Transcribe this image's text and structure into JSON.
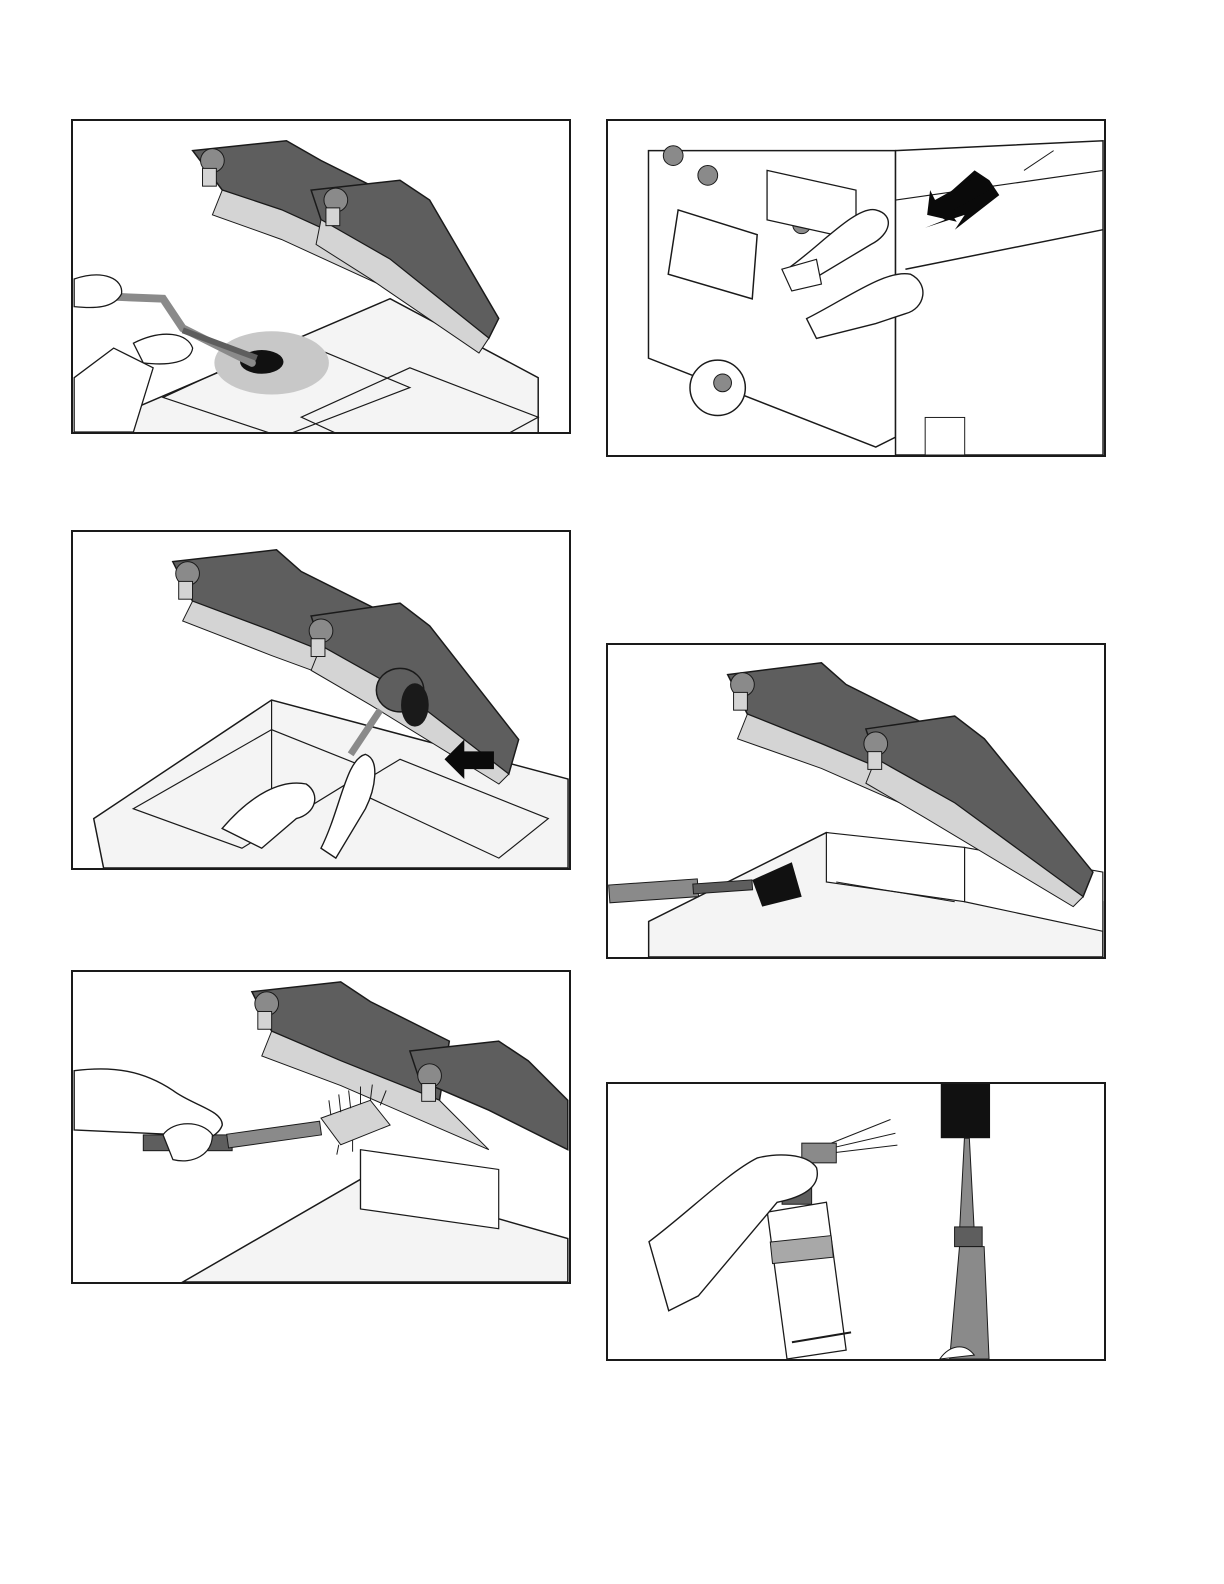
{
  "page": {
    "background": "#ffffff",
    "border_color": "#1a1a1a"
  },
  "figures": [
    {
      "id": "fig-1",
      "depicts": "hand-using-squeegee-on-vat-floor"
    },
    {
      "id": "fig-2",
      "depicts": "hands-removing-back-panel"
    },
    {
      "id": "fig-3",
      "depicts": "hand-using-roller-on-vat"
    },
    {
      "id": "fig-4",
      "depicts": "scraper-on-vat-floor"
    },
    {
      "id": "fig-5",
      "depicts": "hand-brushing-with-grill-brush"
    },
    {
      "id": "fig-6",
      "depicts": "spray-bottle-and-scraper"
    }
  ],
  "colors": {
    "platen_dark": "#5e5e5e",
    "platen_mid": "#8a8a8a",
    "light_gray": "#d4d4d4",
    "ink": "#1a1a1a",
    "arrow": "#0a0a0a"
  }
}
